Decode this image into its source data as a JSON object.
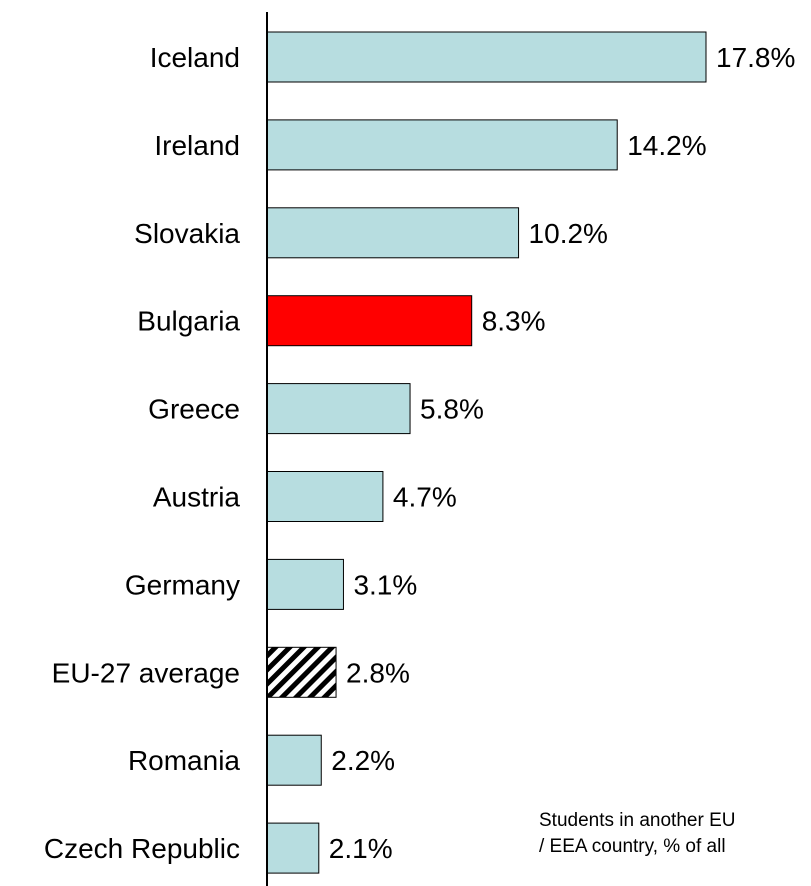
{
  "chart_data": {
    "type": "bar",
    "orientation": "horizontal",
    "categories": [
      "Iceland",
      "Ireland",
      "Slovakia",
      "Bulgaria",
      "Greece",
      "Austria",
      "Germany",
      "EU-27 average",
      "Romania",
      "Czech Republic"
    ],
    "values": [
      17.8,
      14.2,
      10.2,
      8.3,
      5.8,
      4.7,
      3.1,
      2.8,
      2.2,
      2.1
    ],
    "value_labels": [
      "17.8%",
      "14.2%",
      "10.2%",
      "8.3%",
      "5.8%",
      "4.7%",
      "3.1%",
      "2.8%",
      "2.2%",
      "2.1%"
    ],
    "xlim": [
      0,
      17.8
    ],
    "grid": false,
    "colors": {
      "default": "#b7dde0",
      "highlight": "#ff0000",
      "highlight_category": "Bulgaria",
      "average_pattern": "diagonal-hatch",
      "average_category": "EU-27 average"
    }
  },
  "note": {
    "line1": "Students in another EU",
    "line2": "/ EEA country, % of all"
  }
}
